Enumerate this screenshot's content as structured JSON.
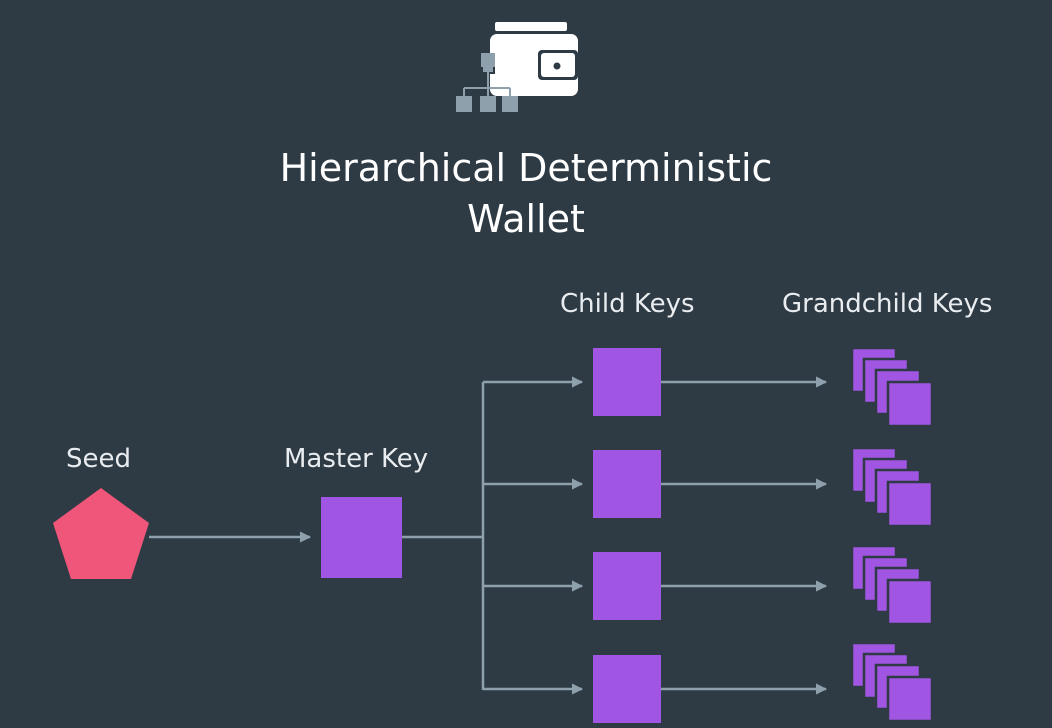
{
  "title": {
    "line1": "Hierarchical Deterministic",
    "line2": "Wallet"
  },
  "labels": {
    "seed": "Seed",
    "master_key": "Master Key",
    "child_keys": "Child Keys",
    "grandchild_keys": "Grandchild Keys"
  },
  "icons": {
    "header": "wallet-hierarchy-icon"
  },
  "diagram": {
    "child_key_count": 4,
    "grandchild_key_stacks": 4
  },
  "colors": {
    "background": "#2e3a44",
    "seed": "#f0567a",
    "key": "#a155e3",
    "connector": "#8fa0ad",
    "icon_white": "#ffffff",
    "icon_blue": "#8fa0ad"
  }
}
